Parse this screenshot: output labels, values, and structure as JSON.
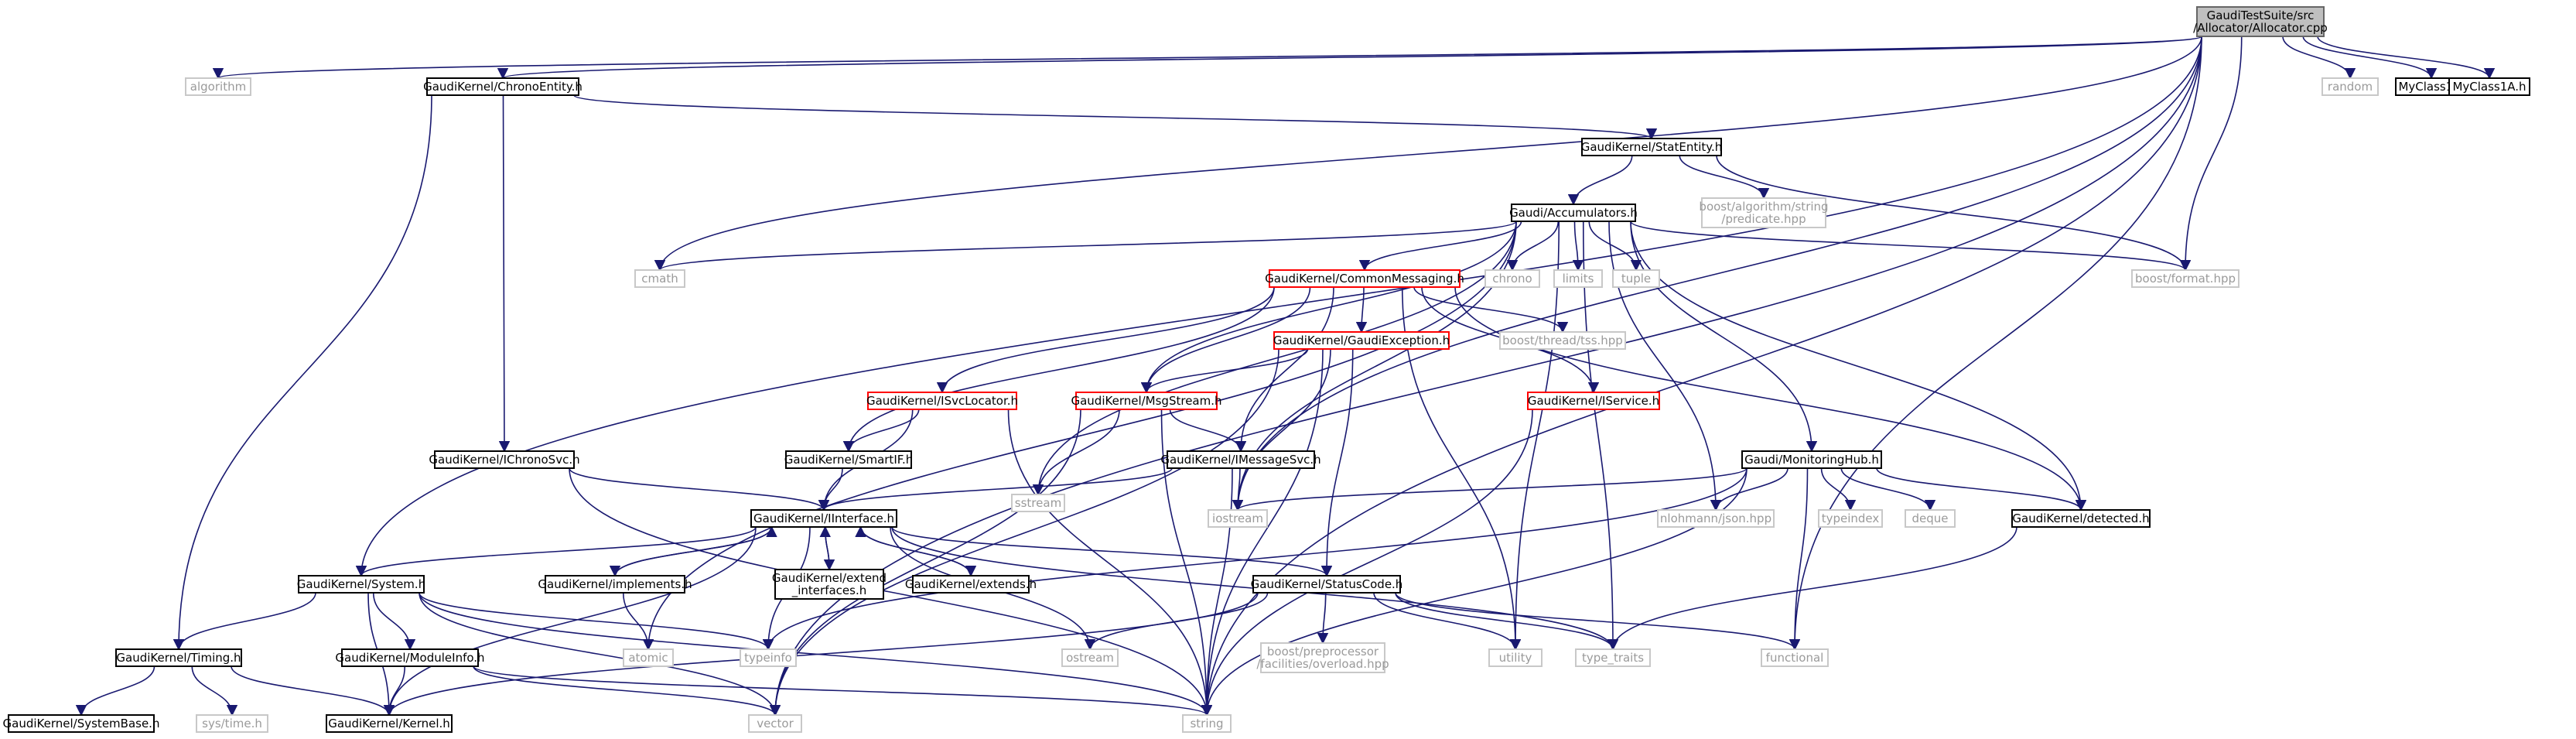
{
  "diagram": {
    "colors": {
      "edge": "#191970",
      "text_dark": "#000000",
      "text_external": "#9a9a9a",
      "border_documented": "#000000",
      "border_external": "#c8c8c8",
      "border_truncated": "#ff0000",
      "root_fill": "#bfbfbf"
    },
    "nodes": [
      {
        "id": "root",
        "lines": [
          "GaudiTestSuite/src",
          "/Allocator/Allocator.cpp"
        ],
        "kind": "root"
      },
      {
        "id": "algorithm",
        "lines": [
          "algorithm"
        ],
        "kind": "external"
      },
      {
        "id": "chronoentity",
        "lines": [
          "GaudiKernel/ChronoEntity.h"
        ],
        "kind": "documented"
      },
      {
        "id": "random",
        "lines": [
          "random"
        ],
        "kind": "external"
      },
      {
        "id": "myclass1",
        "lines": [
          "MyClass1.h"
        ],
        "kind": "documented"
      },
      {
        "id": "myclass1a",
        "lines": [
          "MyClass1A.h"
        ],
        "kind": "documented"
      },
      {
        "id": "statentity",
        "lines": [
          "GaudiKernel/StatEntity.h"
        ],
        "kind": "documented"
      },
      {
        "id": "predicate",
        "lines": [
          "boost/algorithm/string",
          "/predicate.hpp"
        ],
        "kind": "external"
      },
      {
        "id": "accumulators",
        "lines": [
          "Gaudi/Accumulators.h"
        ],
        "kind": "documented"
      },
      {
        "id": "cmath",
        "lines": [
          "cmath"
        ],
        "kind": "external"
      },
      {
        "id": "chrono",
        "lines": [
          "chrono"
        ],
        "kind": "external"
      },
      {
        "id": "limits",
        "lines": [
          "limits"
        ],
        "kind": "external"
      },
      {
        "id": "tuple",
        "lines": [
          "tuple"
        ],
        "kind": "external"
      },
      {
        "id": "format",
        "lines": [
          "boost/format.hpp"
        ],
        "kind": "external"
      },
      {
        "id": "commonmsg",
        "lines": [
          "GaudiKernel/CommonMessaging.h"
        ],
        "kind": "truncated"
      },
      {
        "id": "gaudiexc",
        "lines": [
          "GaudiKernel/GaudiException.h"
        ],
        "kind": "truncated"
      },
      {
        "id": "tss",
        "lines": [
          "boost/thread/tss.hpp"
        ],
        "kind": "external"
      },
      {
        "id": "isvclocator",
        "lines": [
          "GaudiKernel/ISvcLocator.h"
        ],
        "kind": "truncated"
      },
      {
        "id": "msgstream",
        "lines": [
          "GaudiKernel/MsgStream.h"
        ],
        "kind": "truncated"
      },
      {
        "id": "iservice",
        "lines": [
          "GaudiKernel/IService.h"
        ],
        "kind": "truncated"
      },
      {
        "id": "ichronosvc",
        "lines": [
          "GaudiKernel/IChronoSvc.h"
        ],
        "kind": "documented"
      },
      {
        "id": "smartif",
        "lines": [
          "GaudiKernel/SmartIF.h"
        ],
        "kind": "documented"
      },
      {
        "id": "sstream",
        "lines": [
          "sstream"
        ],
        "kind": "external"
      },
      {
        "id": "imessagesvc",
        "lines": [
          "GaudiKernel/IMessageSvc.h"
        ],
        "kind": "documented"
      },
      {
        "id": "monitoringhub",
        "lines": [
          "Gaudi/MonitoringHub.h"
        ],
        "kind": "documented"
      },
      {
        "id": "iostream",
        "lines": [
          "iostream"
        ],
        "kind": "external"
      },
      {
        "id": "nlohmann",
        "lines": [
          "nlohmann/json.hpp"
        ],
        "kind": "external"
      },
      {
        "id": "typeindex",
        "lines": [
          "typeindex"
        ],
        "kind": "external"
      },
      {
        "id": "deque",
        "lines": [
          "deque"
        ],
        "kind": "external"
      },
      {
        "id": "detected",
        "lines": [
          "GaudiKernel/detected.h"
        ],
        "kind": "documented"
      },
      {
        "id": "iinterface",
        "lines": [
          "GaudiKernel/IInterface.h"
        ],
        "kind": "documented"
      },
      {
        "id": "extendinterfaces",
        "lines": [
          "GaudiKernel/extend",
          "_interfaces.h"
        ],
        "kind": "documented"
      },
      {
        "id": "extends",
        "lines": [
          "GaudiKernel/extends.h"
        ],
        "kind": "documented"
      },
      {
        "id": "system",
        "lines": [
          "GaudiKernel/System.h"
        ],
        "kind": "documented"
      },
      {
        "id": "implements",
        "lines": [
          "GaudiKernel/implements.h"
        ],
        "kind": "documented"
      },
      {
        "id": "statuscode",
        "lines": [
          "GaudiKernel/StatusCode.h"
        ],
        "kind": "documented"
      },
      {
        "id": "atomic",
        "lines": [
          "atomic"
        ],
        "kind": "external"
      },
      {
        "id": "typeinfo",
        "lines": [
          "typeinfo"
        ],
        "kind": "external"
      },
      {
        "id": "ostream",
        "lines": [
          "ostream"
        ],
        "kind": "external"
      },
      {
        "id": "overload",
        "lines": [
          "boost/preprocessor",
          "/facilities/overload.hpp"
        ],
        "kind": "external"
      },
      {
        "id": "utility",
        "lines": [
          "utility"
        ],
        "kind": "external"
      },
      {
        "id": "typetraits",
        "lines": [
          "type_traits"
        ],
        "kind": "external"
      },
      {
        "id": "functional",
        "lines": [
          "functional"
        ],
        "kind": "external"
      },
      {
        "id": "timing",
        "lines": [
          "GaudiKernel/Timing.h"
        ],
        "kind": "documented"
      },
      {
        "id": "moduleinfo",
        "lines": [
          "GaudiKernel/ModuleInfo.h"
        ],
        "kind": "documented"
      },
      {
        "id": "systembase",
        "lines": [
          "GaudiKernel/SystemBase.h"
        ],
        "kind": "documented"
      },
      {
        "id": "systime",
        "lines": [
          "sys/time.h"
        ],
        "kind": "external"
      },
      {
        "id": "kernel",
        "lines": [
          "GaudiKernel/Kernel.h"
        ],
        "kind": "documented"
      },
      {
        "id": "vector",
        "lines": [
          "vector"
        ],
        "kind": "external"
      },
      {
        "id": "string",
        "lines": [
          "string"
        ],
        "kind": "external"
      }
    ],
    "edges": [
      [
        "root",
        "algorithm"
      ],
      [
        "root",
        "chronoentity"
      ],
      [
        "root",
        "random"
      ],
      [
        "root",
        "myclass1"
      ],
      [
        "root",
        "myclass1a"
      ],
      [
        "root",
        "cmath"
      ],
      [
        "root",
        "iostream"
      ],
      [
        "root",
        "format"
      ],
      [
        "root",
        "system"
      ],
      [
        "root",
        "functional"
      ],
      [
        "root",
        "vector"
      ],
      [
        "root",
        "string"
      ],
      [
        "chronoentity",
        "statentity"
      ],
      [
        "chronoentity",
        "ichronosvc"
      ],
      [
        "chronoentity",
        "timing"
      ],
      [
        "statentity",
        "accumulators"
      ],
      [
        "statentity",
        "predicate"
      ],
      [
        "statentity",
        "format"
      ],
      [
        "accumulators",
        "cmath"
      ],
      [
        "accumulators",
        "chrono"
      ],
      [
        "accumulators",
        "limits"
      ],
      [
        "accumulators",
        "tuple"
      ],
      [
        "accumulators",
        "format"
      ],
      [
        "accumulators",
        "commonmsg"
      ],
      [
        "accumulators",
        "msgstream"
      ],
      [
        "accumulators",
        "sstream"
      ],
      [
        "accumulators",
        "iostream"
      ],
      [
        "accumulators",
        "monitoringhub"
      ],
      [
        "accumulators",
        "detected"
      ],
      [
        "accumulators",
        "nlohmann"
      ],
      [
        "accumulators",
        "utility"
      ],
      [
        "accumulators",
        "typetraits"
      ],
      [
        "accumulators",
        "atomic"
      ],
      [
        "commonmsg",
        "gaudiexc"
      ],
      [
        "commonmsg",
        "tss"
      ],
      [
        "commonmsg",
        "isvclocator"
      ],
      [
        "commonmsg",
        "msgstream"
      ],
      [
        "commonmsg",
        "iservice"
      ],
      [
        "commonmsg",
        "smartif"
      ],
      [
        "commonmsg",
        "imessagesvc"
      ],
      [
        "commonmsg",
        "detected"
      ],
      [
        "commonmsg",
        "utility"
      ],
      [
        "gaudiexc",
        "msgstream"
      ],
      [
        "gaudiexc",
        "iostream"
      ],
      [
        "gaudiexc",
        "statuscode"
      ],
      [
        "gaudiexc",
        "string"
      ],
      [
        "gaudiexc",
        "vector"
      ],
      [
        "isvclocator",
        "smartif"
      ],
      [
        "isvclocator",
        "iinterface"
      ],
      [
        "isvclocator",
        "string"
      ],
      [
        "msgstream",
        "imessagesvc"
      ],
      [
        "msgstream",
        "sstream"
      ],
      [
        "msgstream",
        "string"
      ],
      [
        "msgstream",
        "vector"
      ],
      [
        "iservice",
        "string"
      ],
      [
        "ichronosvc",
        "iinterface"
      ],
      [
        "ichronosvc",
        "string"
      ],
      [
        "smartif",
        "iinterface"
      ],
      [
        "imessagesvc",
        "iinterface"
      ],
      [
        "imessagesvc",
        "iostream"
      ],
      [
        "imessagesvc",
        "string"
      ],
      [
        "monitoringhub",
        "iostream"
      ],
      [
        "monitoringhub",
        "nlohmann"
      ],
      [
        "monitoringhub",
        "typeindex"
      ],
      [
        "monitoringhub",
        "deque"
      ],
      [
        "monitoringhub",
        "detected"
      ],
      [
        "monitoringhub",
        "functional"
      ],
      [
        "monitoringhub",
        "typeinfo"
      ],
      [
        "monitoringhub",
        "string"
      ],
      [
        "detected",
        "typetraits"
      ],
      [
        "iinterface",
        "system"
      ],
      [
        "iinterface",
        "implements"
      ],
      [
        "iinterface",
        "extendinterfaces"
      ],
      [
        "iinterface",
        "extends"
      ],
      [
        "iinterface",
        "statuscode"
      ],
      [
        "iinterface",
        "typeinfo"
      ],
      [
        "iinterface",
        "ostream"
      ],
      [
        "iinterface",
        "kernel"
      ],
      [
        "iinterface",
        "typetraits"
      ],
      [
        "implements",
        "iinterface"
      ],
      [
        "implements",
        "atomic"
      ],
      [
        "extendinterfaces",
        "iinterface"
      ],
      [
        "extends",
        "iinterface"
      ],
      [
        "system",
        "timing"
      ],
      [
        "system",
        "moduleinfo"
      ],
      [
        "system",
        "kernel"
      ],
      [
        "system",
        "typeinfo"
      ],
      [
        "system",
        "vector"
      ],
      [
        "system",
        "string"
      ],
      [
        "statuscode",
        "ostream"
      ],
      [
        "statuscode",
        "overload"
      ],
      [
        "statuscode",
        "utility"
      ],
      [
        "statuscode",
        "typetraits"
      ],
      [
        "statuscode",
        "functional"
      ],
      [
        "statuscode",
        "kernel"
      ],
      [
        "timing",
        "systembase"
      ],
      [
        "timing",
        "systime"
      ],
      [
        "timing",
        "kernel"
      ],
      [
        "moduleinfo",
        "kernel"
      ],
      [
        "moduleinfo",
        "string"
      ],
      [
        "moduleinfo",
        "vector"
      ]
    ]
  }
}
